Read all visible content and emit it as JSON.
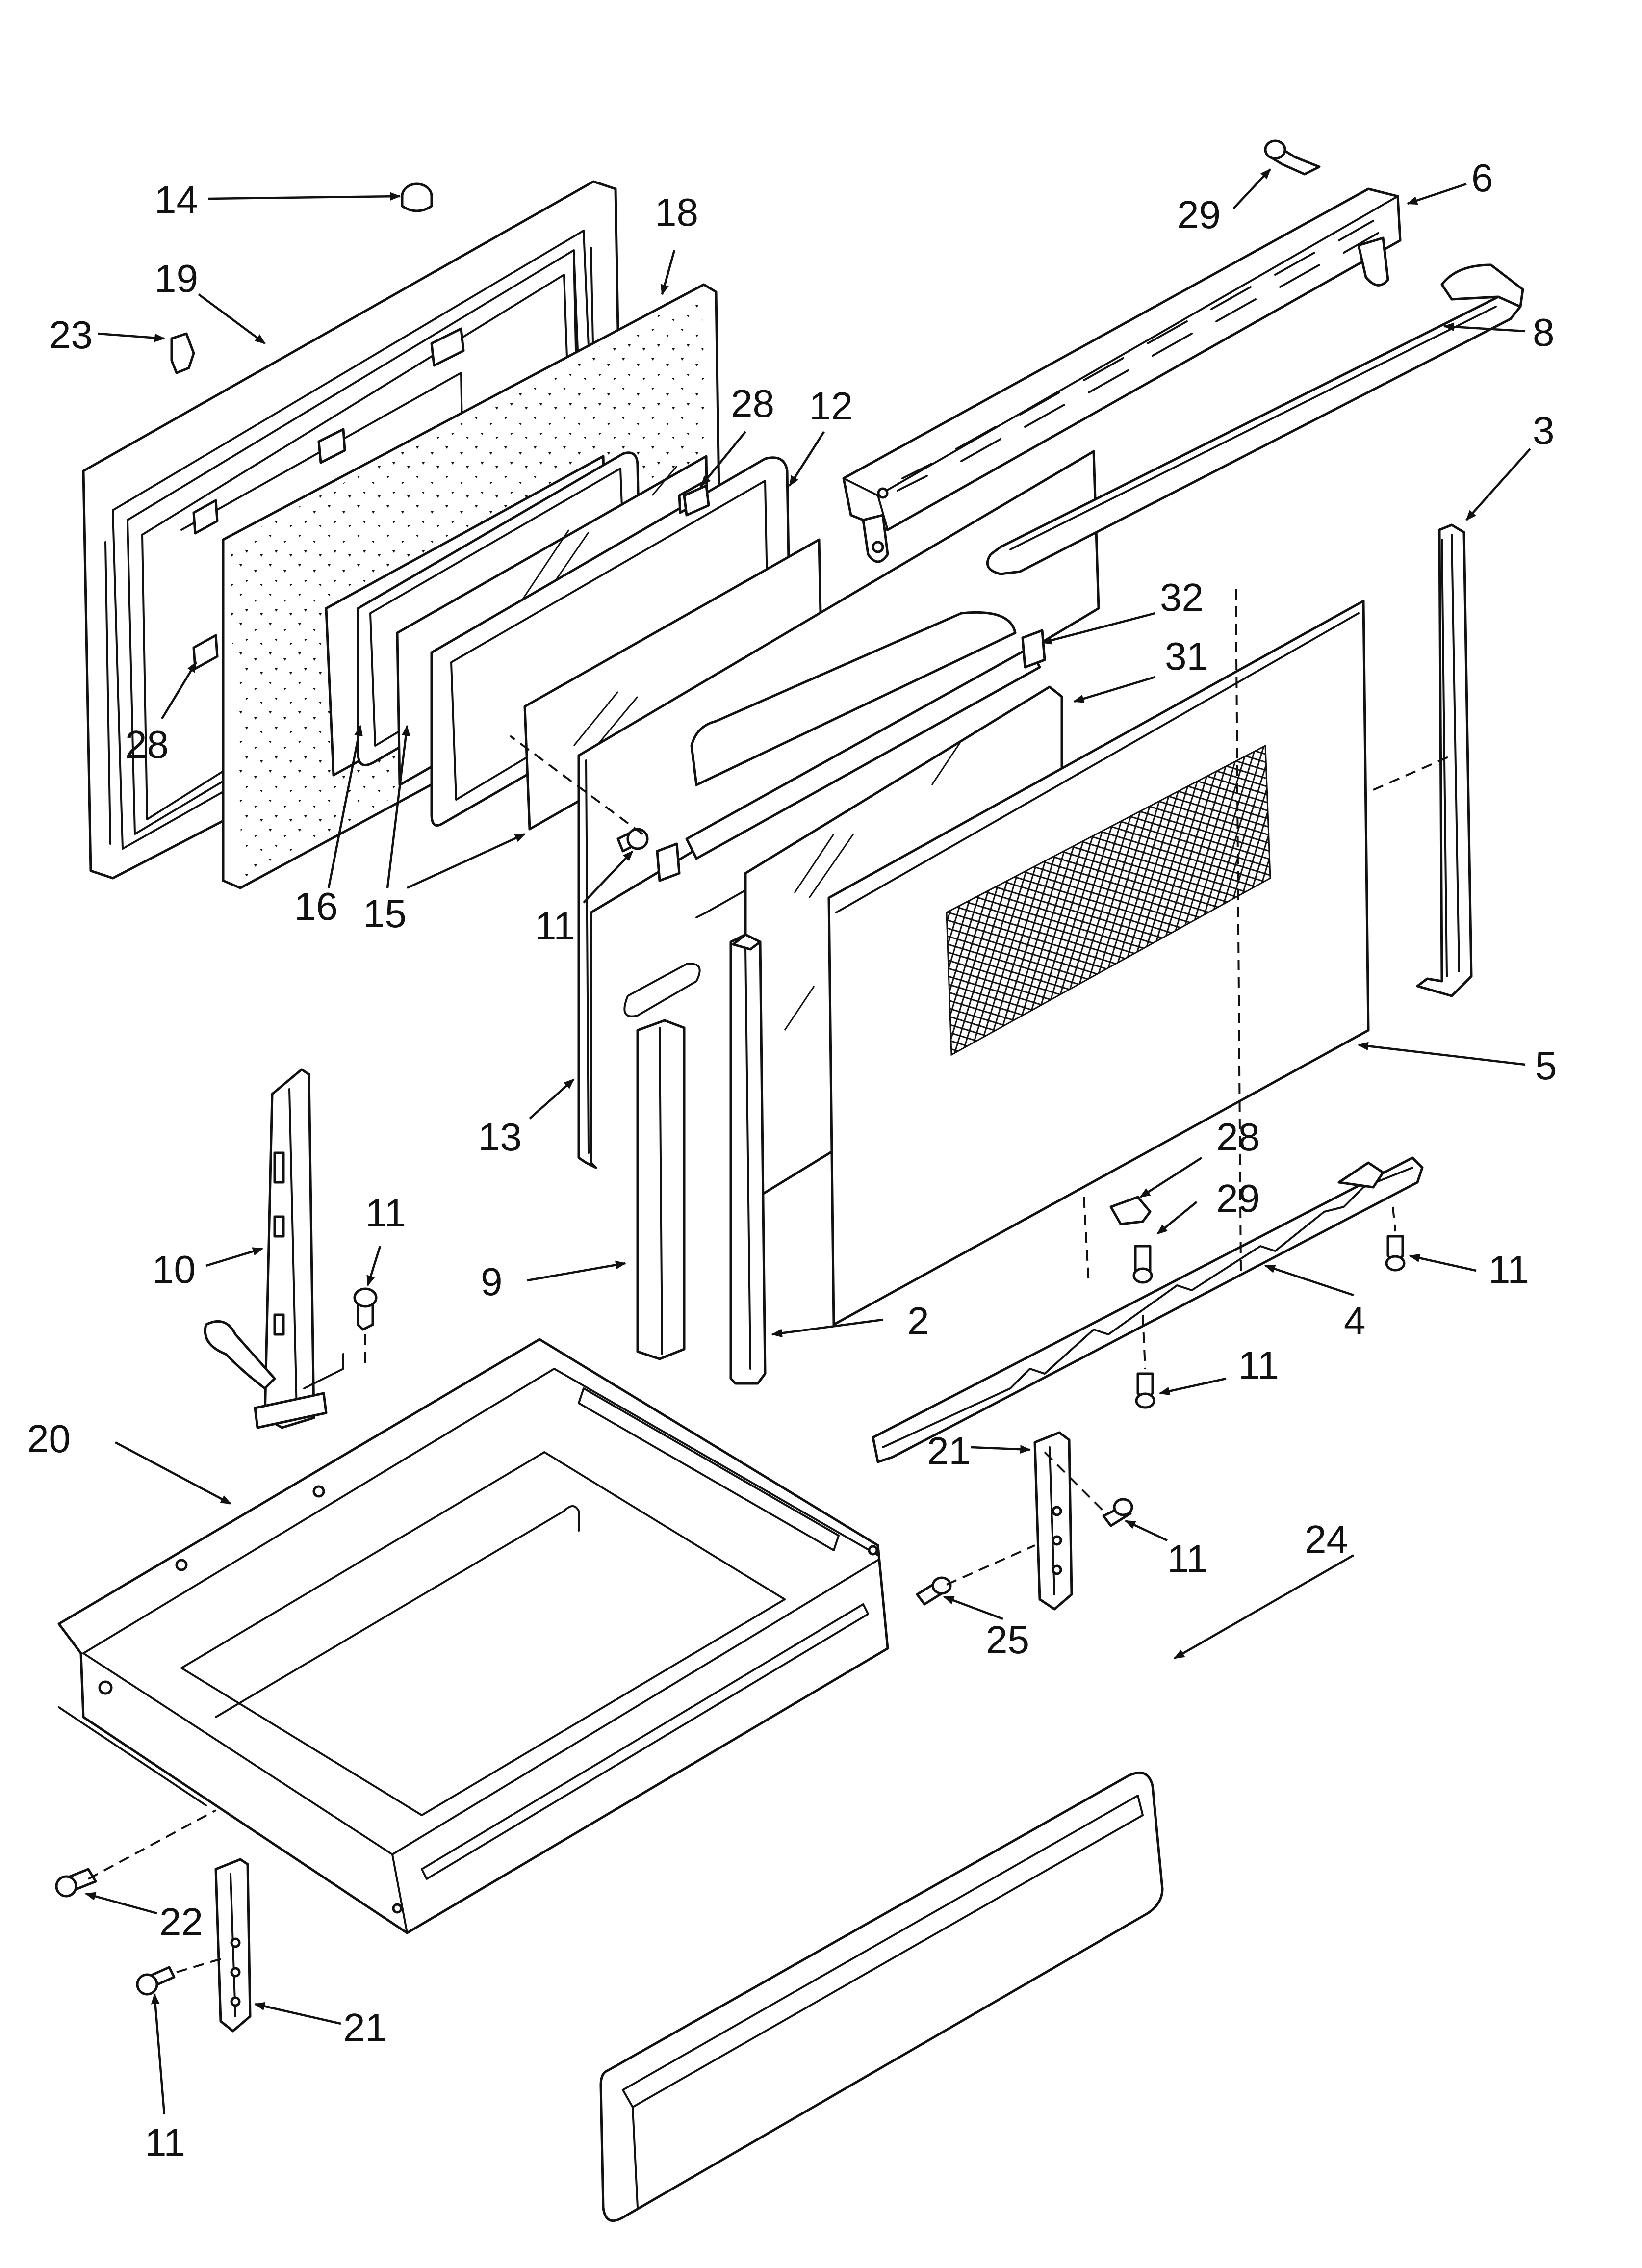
{
  "diagram": {
    "colors": {
      "line": "#111111",
      "background": "#ffffff"
    },
    "callouts": [
      {
        "id": "c14",
        "label": "14"
      },
      {
        "id": "c19",
        "label": "19"
      },
      {
        "id": "c23",
        "label": "23"
      },
      {
        "id": "c18",
        "label": "18"
      },
      {
        "id": "c28a",
        "label": "28"
      },
      {
        "id": "c12",
        "label": "12"
      },
      {
        "id": "c28b",
        "label": "28"
      },
      {
        "id": "c16",
        "label": "16"
      },
      {
        "id": "c15",
        "label": "15"
      },
      {
        "id": "c11a",
        "label": "11"
      },
      {
        "id": "c29a",
        "label": "29"
      },
      {
        "id": "c6",
        "label": "6"
      },
      {
        "id": "c8",
        "label": "8"
      },
      {
        "id": "c3",
        "label": "3"
      },
      {
        "id": "c32",
        "label": "32"
      },
      {
        "id": "c31",
        "label": "31"
      },
      {
        "id": "c5",
        "label": "5"
      },
      {
        "id": "c13",
        "label": "13"
      },
      {
        "id": "c10",
        "label": "10"
      },
      {
        "id": "c11b",
        "label": "11"
      },
      {
        "id": "c9",
        "label": "9"
      },
      {
        "id": "c2",
        "label": "2"
      },
      {
        "id": "c28c",
        "label": "28"
      },
      {
        "id": "c29b",
        "label": "29"
      },
      {
        "id": "c11c",
        "label": "11"
      },
      {
        "id": "c4",
        "label": "4"
      },
      {
        "id": "c11d",
        "label": "11"
      },
      {
        "id": "c20",
        "label": "20"
      },
      {
        "id": "c21a",
        "label": "21"
      },
      {
        "id": "c11e",
        "label": "11"
      },
      {
        "id": "c24",
        "label": "24"
      },
      {
        "id": "c25",
        "label": "25"
      },
      {
        "id": "c22",
        "label": "22"
      },
      {
        "id": "c21b",
        "label": "21"
      },
      {
        "id": "c11f",
        "label": "11"
      }
    ]
  }
}
